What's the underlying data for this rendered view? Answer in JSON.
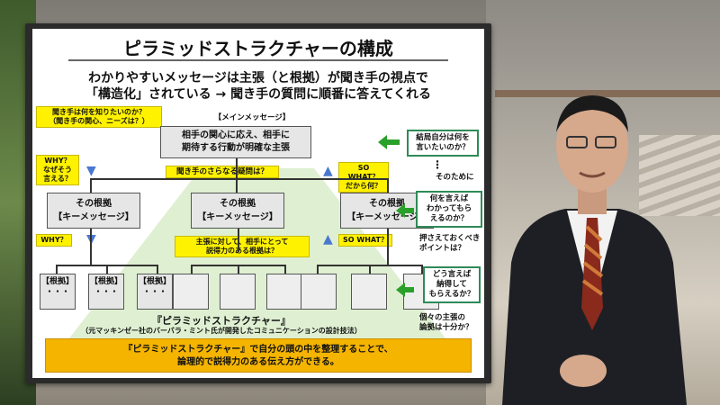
{
  "slide": {
    "title": "ピラミッドストラクチャーの構成",
    "subtitle_line1": "わかりやすいメッセージは主張（と根拠）が聞き手の視点で",
    "subtitle_line2": "「構造化」されている → 聞き手の質問に順番に答えてくれる",
    "yellow_top_left_1": "聞き手は何を知りたいのか？",
    "yellow_top_left_2": "（聞き手の関心、ニーズは？）",
    "main_message_label": "【メインメッセージ】",
    "main_message_1": "相手の関心に応え、相手に",
    "main_message_2": "期待する行動が明確な主張",
    "why_label_1": "WHY？",
    "why_label_2": "なぜそう",
    "why_label_3": "言える？",
    "further_question": "聞き手のさらなる疑問は？",
    "sowhat_1": "SO WHAT？",
    "sowhat_2": "だから何？",
    "node_title": "その根拠",
    "node_sub": "【キーメッセージ】",
    "why_small": "WHY？",
    "sowhat_small": "SO WHAT？",
    "persuasive_1": "主張に対して、相手にとって",
    "persuasive_2": "説得力のある根拠は？",
    "leaf_label": "【根拠】",
    "leaf_dots": "・・・",
    "right_q1_1": "結局自分は何を",
    "right_q1_2": "言いたいのか？",
    "for_that": "そのために",
    "right_q2_1": "何を言えば",
    "right_q2_2": "わかってもら",
    "right_q2_3": "えるのか？",
    "key_point_1": "押さえておくべき",
    "key_point_2": "ポイントは？",
    "right_q3_1": "どう言えば",
    "right_q3_2": "納得して",
    "right_q3_3": "もらえるか？",
    "sufficient_1": "個々の主張の",
    "sufficient_2": "論拠は十分か？",
    "caption_title": "『ピラミッドストラクチャー』",
    "caption_sub": "（元マッキンゼー社のバーバラ・ミント氏が開発したコミュニケーションの設計技法）",
    "gold_line1": "『ピラミッドストラクチャー』で自分の頭の中を整理することで、",
    "gold_line2": "論理的で説得力のある伝え方ができる。"
  },
  "colors": {
    "yellow": "#fff200",
    "green": "#2aa02a",
    "blue": "#4a78d0",
    "gold": "#f4b400",
    "pyramid": "#dff0d2"
  }
}
